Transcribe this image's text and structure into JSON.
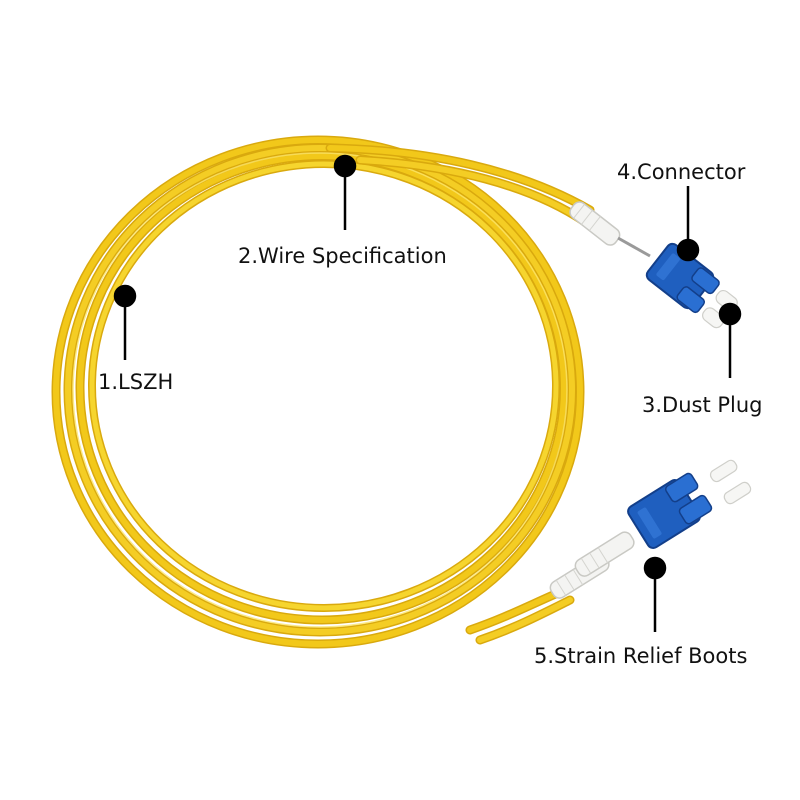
{
  "annotations": [
    {
      "key": "lszh",
      "text": "1.LSZH"
    },
    {
      "key": "wire",
      "text": "2.Wire Specification"
    },
    {
      "key": "dust",
      "text": "3.Dust Plug"
    },
    {
      "key": "connector",
      "text": "4.Connector"
    },
    {
      "key": "boots",
      "text": "5.Strain Relief Boots"
    }
  ],
  "colors": {
    "background": "#ffffff",
    "cable": "#f2c81a",
    "cable_shadow": "#d9a90e",
    "cable_highlight": "#fbe56a",
    "connector": "#1f5fbf",
    "connector_dark": "#133f8a",
    "boot": "#f4f4f2",
    "marker": "#000000"
  }
}
